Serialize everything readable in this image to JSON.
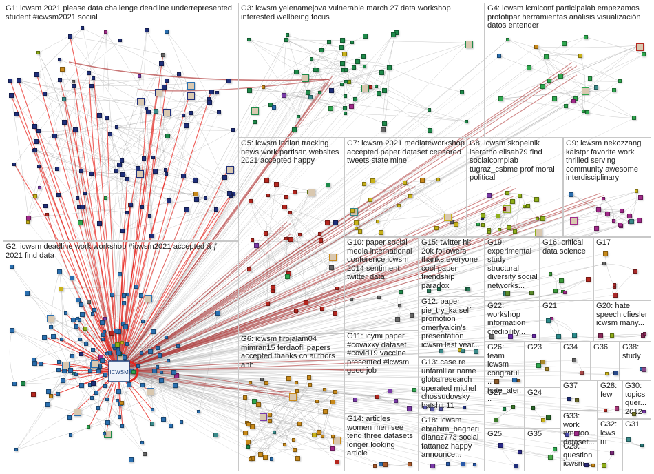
{
  "graph": {
    "groups": [
      {
        "id": "G1",
        "label": "G1: icwsm 2021 please data challenge deadline underrepresented student #icwsm2021 social",
        "color": "#1f2f7a"
      },
      {
        "id": "G2",
        "label": "G2: icwsm deadline work workshop #icwsm2021 accepted â ƒ 2021 find data",
        "color": "#2a6fb0"
      },
      {
        "id": "G3",
        "label": "G3: icwsm yelenamejova vulnerable march 27 data workshop interested wellbeing focus",
        "color": "#1e8a4a"
      },
      {
        "id": "G4",
        "label": "G4: icwsm icmlconf participalab empezamos prototipar herramientas análisis visualización datos entender",
        "color": "#2fa84f"
      },
      {
        "id": "G5",
        "label": "G5: icwsm indian tracking news work partisan websites 2021 accepted happy",
        "color": "#b5271f"
      },
      {
        "id": "G6",
        "label": "G6: icwsm firojalam04 mimran15 ferdaofli papers accepted thanks co authors ahh",
        "color": "#c98a1a"
      },
      {
        "id": "G7",
        "label": "G7: icwsm 2021 mediateworkshop accepted paper dataset censored tweets state mine",
        "color": "#c9b21a"
      },
      {
        "id": "G8",
        "label": "G8: icwsm skopeinik iseratho elisab79 find socialcomplab tugraz_csbme prof moral political",
        "color": "#8fae1a"
      },
      {
        "id": "G9",
        "label": "G9: icwsm nekozzang kaistpr favorite work thrilled serving community awesome interdisciplinary",
        "color": "#a12a8a"
      },
      {
        "id": "G10",
        "label": "G10: paper social media international conference icwsm 2014 sentiment twitter data",
        "color": "#6a6a6a"
      },
      {
        "id": "G11",
        "label": "G11: icymi paper #covaxxy dataset #covid19 vaccine presented #icwsm good job",
        "color": "#7a3aa8"
      },
      {
        "id": "G12",
        "label": "G12: paper pie_try_ka self promotion omerfyalcin's presentation icwsm last year...",
        "color": "#3a8a8a"
      },
      {
        "id": "G13",
        "label": "G13: case re unfamiliar name globalresearch operated michel chossudovsky batshit 11",
        "color": "#5a5aa8"
      },
      {
        "id": "G14",
        "label": "G14: articles women men see tend three datasets longer looking article",
        "color": "#aa5a2a"
      },
      {
        "id": "G15",
        "label": "G15: twitter hit 20k followers thanks everyone cool paper friendship paradox",
        "color": "#2a7a5a"
      },
      {
        "id": "G16",
        "label": "G16: critical data science",
        "color": "#3a9a3a"
      },
      {
        "id": "G17",
        "label": "G17",
        "color": "#aa2a2a"
      },
      {
        "id": "G18",
        "label": "G18: icwsm ebrahim_bagheri dianaz773 social fattanez happy announce...",
        "color": "#2a5aaa"
      },
      {
        "id": "G19",
        "label": "G19: experimental study structural diversity social networks...",
        "color": "#5a8a2a"
      },
      {
        "id": "G20",
        "label": "G20: hate speech cfiesler icwsm many...",
        "color": "#8a2a5a"
      },
      {
        "id": "G21",
        "label": "G21",
        "color": "#2a8a8a"
      },
      {
        "id": "G22",
        "label": "G22: workshop information credibility...",
        "color": "#6a2aaa"
      },
      {
        "id": "G23",
        "label": "G23",
        "color": "#aa8a2a"
      },
      {
        "id": "G24",
        "label": "G24",
        "color": "#2a6a2a"
      },
      {
        "id": "G25",
        "label": "G25",
        "color": "#2a2a8a"
      },
      {
        "id": "G26",
        "label": "G26: team icwsm congratul... hate_aler...",
        "color": "#8a5a2a"
      },
      {
        "id": "G27",
        "label": "G27",
        "color": "#3a7a2a"
      },
      {
        "id": "G28",
        "label": "G28: few",
        "color": "#aa3a7a"
      },
      {
        "id": "G29",
        "label": "G29: question icwsm...",
        "color": "#2a2a7a"
      },
      {
        "id": "G30",
        "label": "G30: topics quer... 2012",
        "color": "#7a7a2a"
      },
      {
        "id": "G31",
        "label": "G31",
        "color": "#2a7a7a"
      },
      {
        "id": "G32",
        "label": "G32: icwsm",
        "color": "#7a2a7a"
      },
      {
        "id": "G33",
        "label": "G33: work #metoo... dataset...",
        "color": "#4a4aaa"
      },
      {
        "id": "G34",
        "label": "G34",
        "color": "#aa4a4a"
      },
      {
        "id": "G35",
        "label": "G35",
        "color": "#4aaa4a"
      },
      {
        "id": "G36",
        "label": "G36",
        "color": "#2a4a8a"
      },
      {
        "id": "G37",
        "label": "G37",
        "color": "#6a6a2a"
      },
      {
        "id": "G38",
        "label": "G38: study",
        "color": "#8a4a8a"
      }
    ],
    "edge_colors": {
      "intra": "#9e9e9e",
      "hub": "#e8231c",
      "cross": "#b03a3a"
    },
    "hub_label": "ICWSM"
  }
}
